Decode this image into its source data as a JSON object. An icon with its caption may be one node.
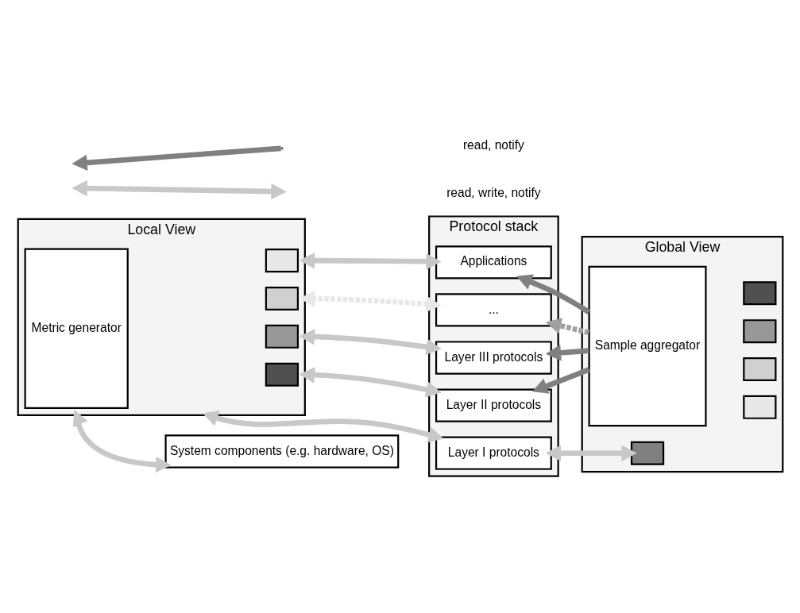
{
  "diagram": {
    "nodes": [
      {
        "text": [
          "Local View"
        ]
      },
      {
        "text": [
          "Metric generator"
        ],
        "in": 0
      },
      {
        "text": [],
        "shape": "box",
        "in": 0
      },
      {
        "text": [],
        "shape": "box",
        "in": 0
      },
      {
        "text": [],
        "shape": "box",
        "in": 0
      },
      {
        "text": [],
        "shape": "box",
        "in": 0
      },
      {
        "text": [
          "Protocol stack"
        ]
      },
      {
        "text": [
          "Applications"
        ],
        "in": 6
      },
      {
        "text": [
          "..."
        ],
        "in": 6
      },
      {
        "text": [
          "Layer III protocols"
        ],
        "in": 6
      },
      {
        "text": [
          "Layer II protocols"
        ],
        "in": 6
      },
      {
        "text": [
          "Layer I protocols"
        ],
        "in": 6
      },
      {
        "text": [
          "Global View"
        ]
      },
      {
        "text": [
          "Sample aggregator"
        ],
        "in": 12
      },
      {
        "text": [],
        "shape": "box",
        "in": 12
      },
      {
        "text": [],
        "shape": "box",
        "in": 12
      },
      {
        "text": [],
        "shape": "box",
        "in": 12
      },
      {
        "text": [],
        "shape": "box",
        "in": 12
      },
      {
        "text": [],
        "shape": "box",
        "in": 12
      },
      {
        "text": [
          "System components (e.g. hardware, OS)"
        ]
      }
    ],
    "edges": [
      {
        "from": 0,
        "to": 7,
        "arrow": "both"
      },
      {
        "from": 0,
        "to": 8,
        "arrow": "both",
        "style": "dashed",
        "color": "#e8e8e8"
      },
      {
        "from": 0,
        "to": 9,
        "arrow": "both"
      },
      {
        "from": 0,
        "to": 10,
        "arrow": "both"
      },
      {
        "from": 0,
        "to": 11,
        "arrow": "both"
      },
      {
        "from": 13,
        "to": 7,
        "arrow": "to",
        "color": "#808080"
      },
      {
        "from": 13,
        "to": 8,
        "arrow": "to",
        "style": "dashed",
        "color": "#a0a0a0"
      },
      {
        "from": 13,
        "to": 9,
        "arrow": "to",
        "color": "#808080"
      },
      {
        "from": 13,
        "to": 10,
        "arrow": "to",
        "color": "#808080"
      },
      {
        "from": 11,
        "to": 14,
        "arrow": "both"
      },
      {
        "from": 0,
        "to": 19,
        "arrow": "both"
      }
    ],
    "legend": [
      {
        "text": "read, notify"
      },
      {
        "text": "read, write, notify"
      }
    ]
  }
}
